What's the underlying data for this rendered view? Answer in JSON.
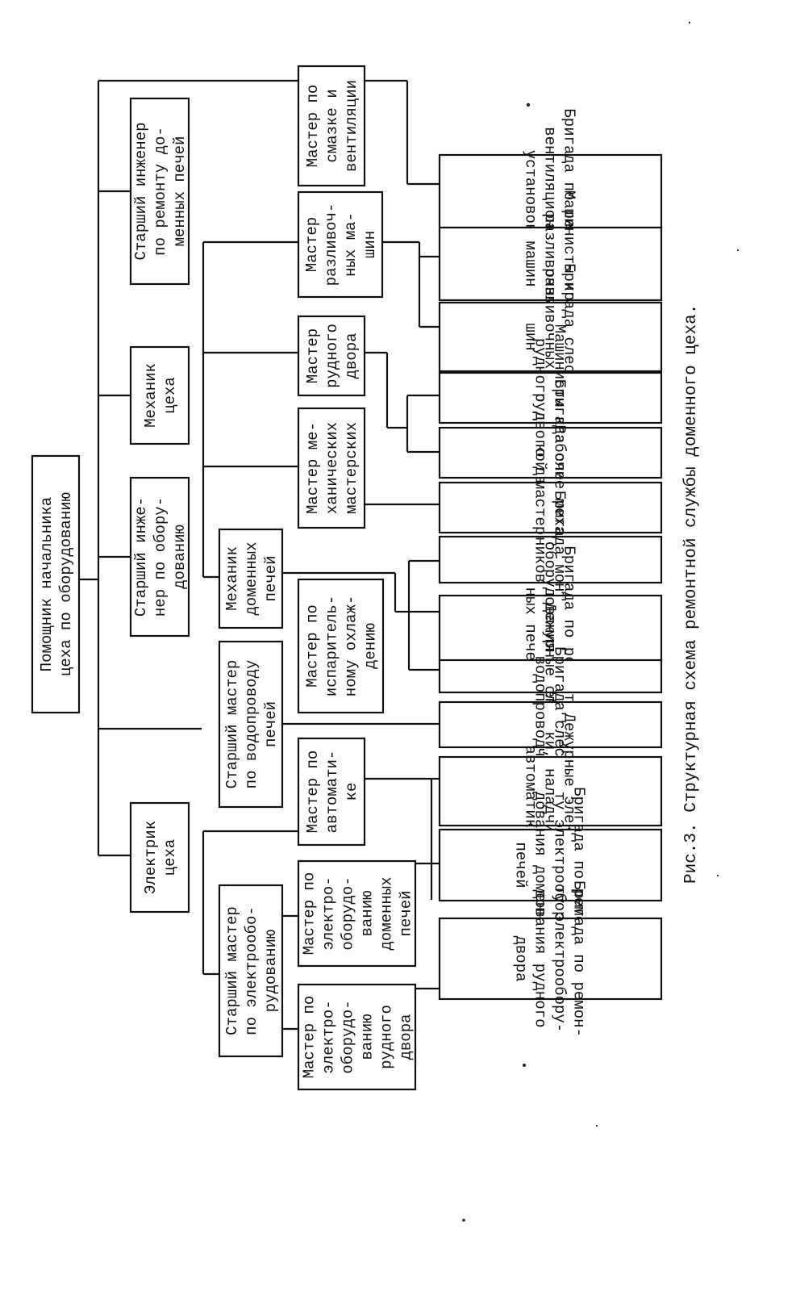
{
  "caption": "Рис.3. Структурная схема ремонтной службы доменного цеха.",
  "boxes": [
    {
      "id": "root",
      "lines": [
        "Помощник начальника",
        "цеха по оборудованию"
      ]
    },
    {
      "id": "sr_eng_repair",
      "lines": [
        "Старший инженер",
        "по ремонту до-",
        "менных печей"
      ]
    },
    {
      "id": "mechanic_shop",
      "lines": [
        "Механик",
        "цеха"
      ]
    },
    {
      "id": "sr_eng_equip",
      "lines": [
        "Старший инже-",
        "нер по обору-",
        "дованию"
      ]
    },
    {
      "id": "electrician_shop",
      "lines": [
        "Электрик",
        "цеха"
      ]
    },
    {
      "id": "master_lube",
      "lines": [
        "Мастер по",
        "смазке и",
        "вентиляции"
      ]
    },
    {
      "id": "master_casting",
      "lines": [
        "Мастер",
        "разливоч-",
        "ных ма-",
        "шин"
      ]
    },
    {
      "id": "master_ore_yard",
      "lines": [
        "Мастер",
        "рудного",
        "двора"
      ]
    },
    {
      "id": "master_mech_shops",
      "lines": [
        "Мастер ме-",
        "ханических",
        "мастерских"
      ]
    },
    {
      "id": "mechanic_furnaces",
      "lines": [
        "Механик",
        "доменных",
        "печей"
      ]
    },
    {
      "id": "sr_master_water",
      "lines": [
        "Старший мастер",
        "по водопроводу",
        "печей"
      ]
    },
    {
      "id": "master_evap",
      "lines": [
        "Мастер по",
        "испаритель-",
        "ному охлаж-",
        "дению"
      ]
    },
    {
      "id": "master_auto",
      "lines": [
        "Мастер по",
        "автомати-",
        "ке"
      ]
    },
    {
      "id": "sr_master_elec",
      "lines": [
        "Старший мастер",
        "по электрообо-",
        "рудованию"
      ]
    },
    {
      "id": "master_elec_furn",
      "lines": [
        "Мастер по",
        "электро-",
        "оборудо-",
        "ванию",
        "доменных",
        "печей"
      ]
    },
    {
      "id": "master_elec_ore",
      "lines": [
        "Мастер по",
        "электро-",
        "оборудо-",
        "ванию",
        "рудного",
        "двора"
      ]
    },
    {
      "id": "b_vent",
      "lines": [
        "Бригада по ремонту",
        "вентиляционных",
        "установок"
      ]
    },
    {
      "id": "b_crane_cast",
      "lines": [
        "Машинисты кранов",
        "разливочных",
        "машин"
      ]
    },
    {
      "id": "b_fitters_cast",
      "lines": [
        "Бригада слесарей",
        "разливочных ма-",
        "шин"
      ]
    },
    {
      "id": "b_crane_ore",
      "lines": [
        "Машинисты кранов",
        "рудного двора"
      ]
    },
    {
      "id": "b_fitters_ore",
      "lines": [
        "Бригада слесарей",
        "рудного двора"
      ]
    },
    {
      "id": "b_workers_mech",
      "lines": [
        "Рабочие механичес-",
        "кой мастерской"
      ]
    },
    {
      "id": "b_mont",
      "lines": [
        "Бригада монтаж-",
        "ников"
      ]
    },
    {
      "id": "b_equip_repair",
      "lines": [
        "Бригада по ремонту",
        "оборудования домен-",
        "ных печей"
      ]
    },
    {
      "id": "b_duty_fitters",
      "lines": [
        "Дежурные слесари"
      ]
    },
    {
      "id": "b_water_fitters",
      "lines": [
        "Бригада слесарей-",
        "водопроводчиков"
      ]
    },
    {
      "id": "b_duty_elec",
      "lines": [
        "Дежурные электри-",
        "ки, наладчики",
        "автоматики"
      ]
    },
    {
      "id": "b_elec_furn",
      "lines": [
        "Бригада по ремон-",
        "ту электрообору-",
        "дования доменных",
        "печей"
      ]
    },
    {
      "id": "b_elec_ore",
      "lines": [
        "Бригада по ремон-",
        "ту электрообору-",
        "дования рудного",
        "двора"
      ]
    }
  ]
}
